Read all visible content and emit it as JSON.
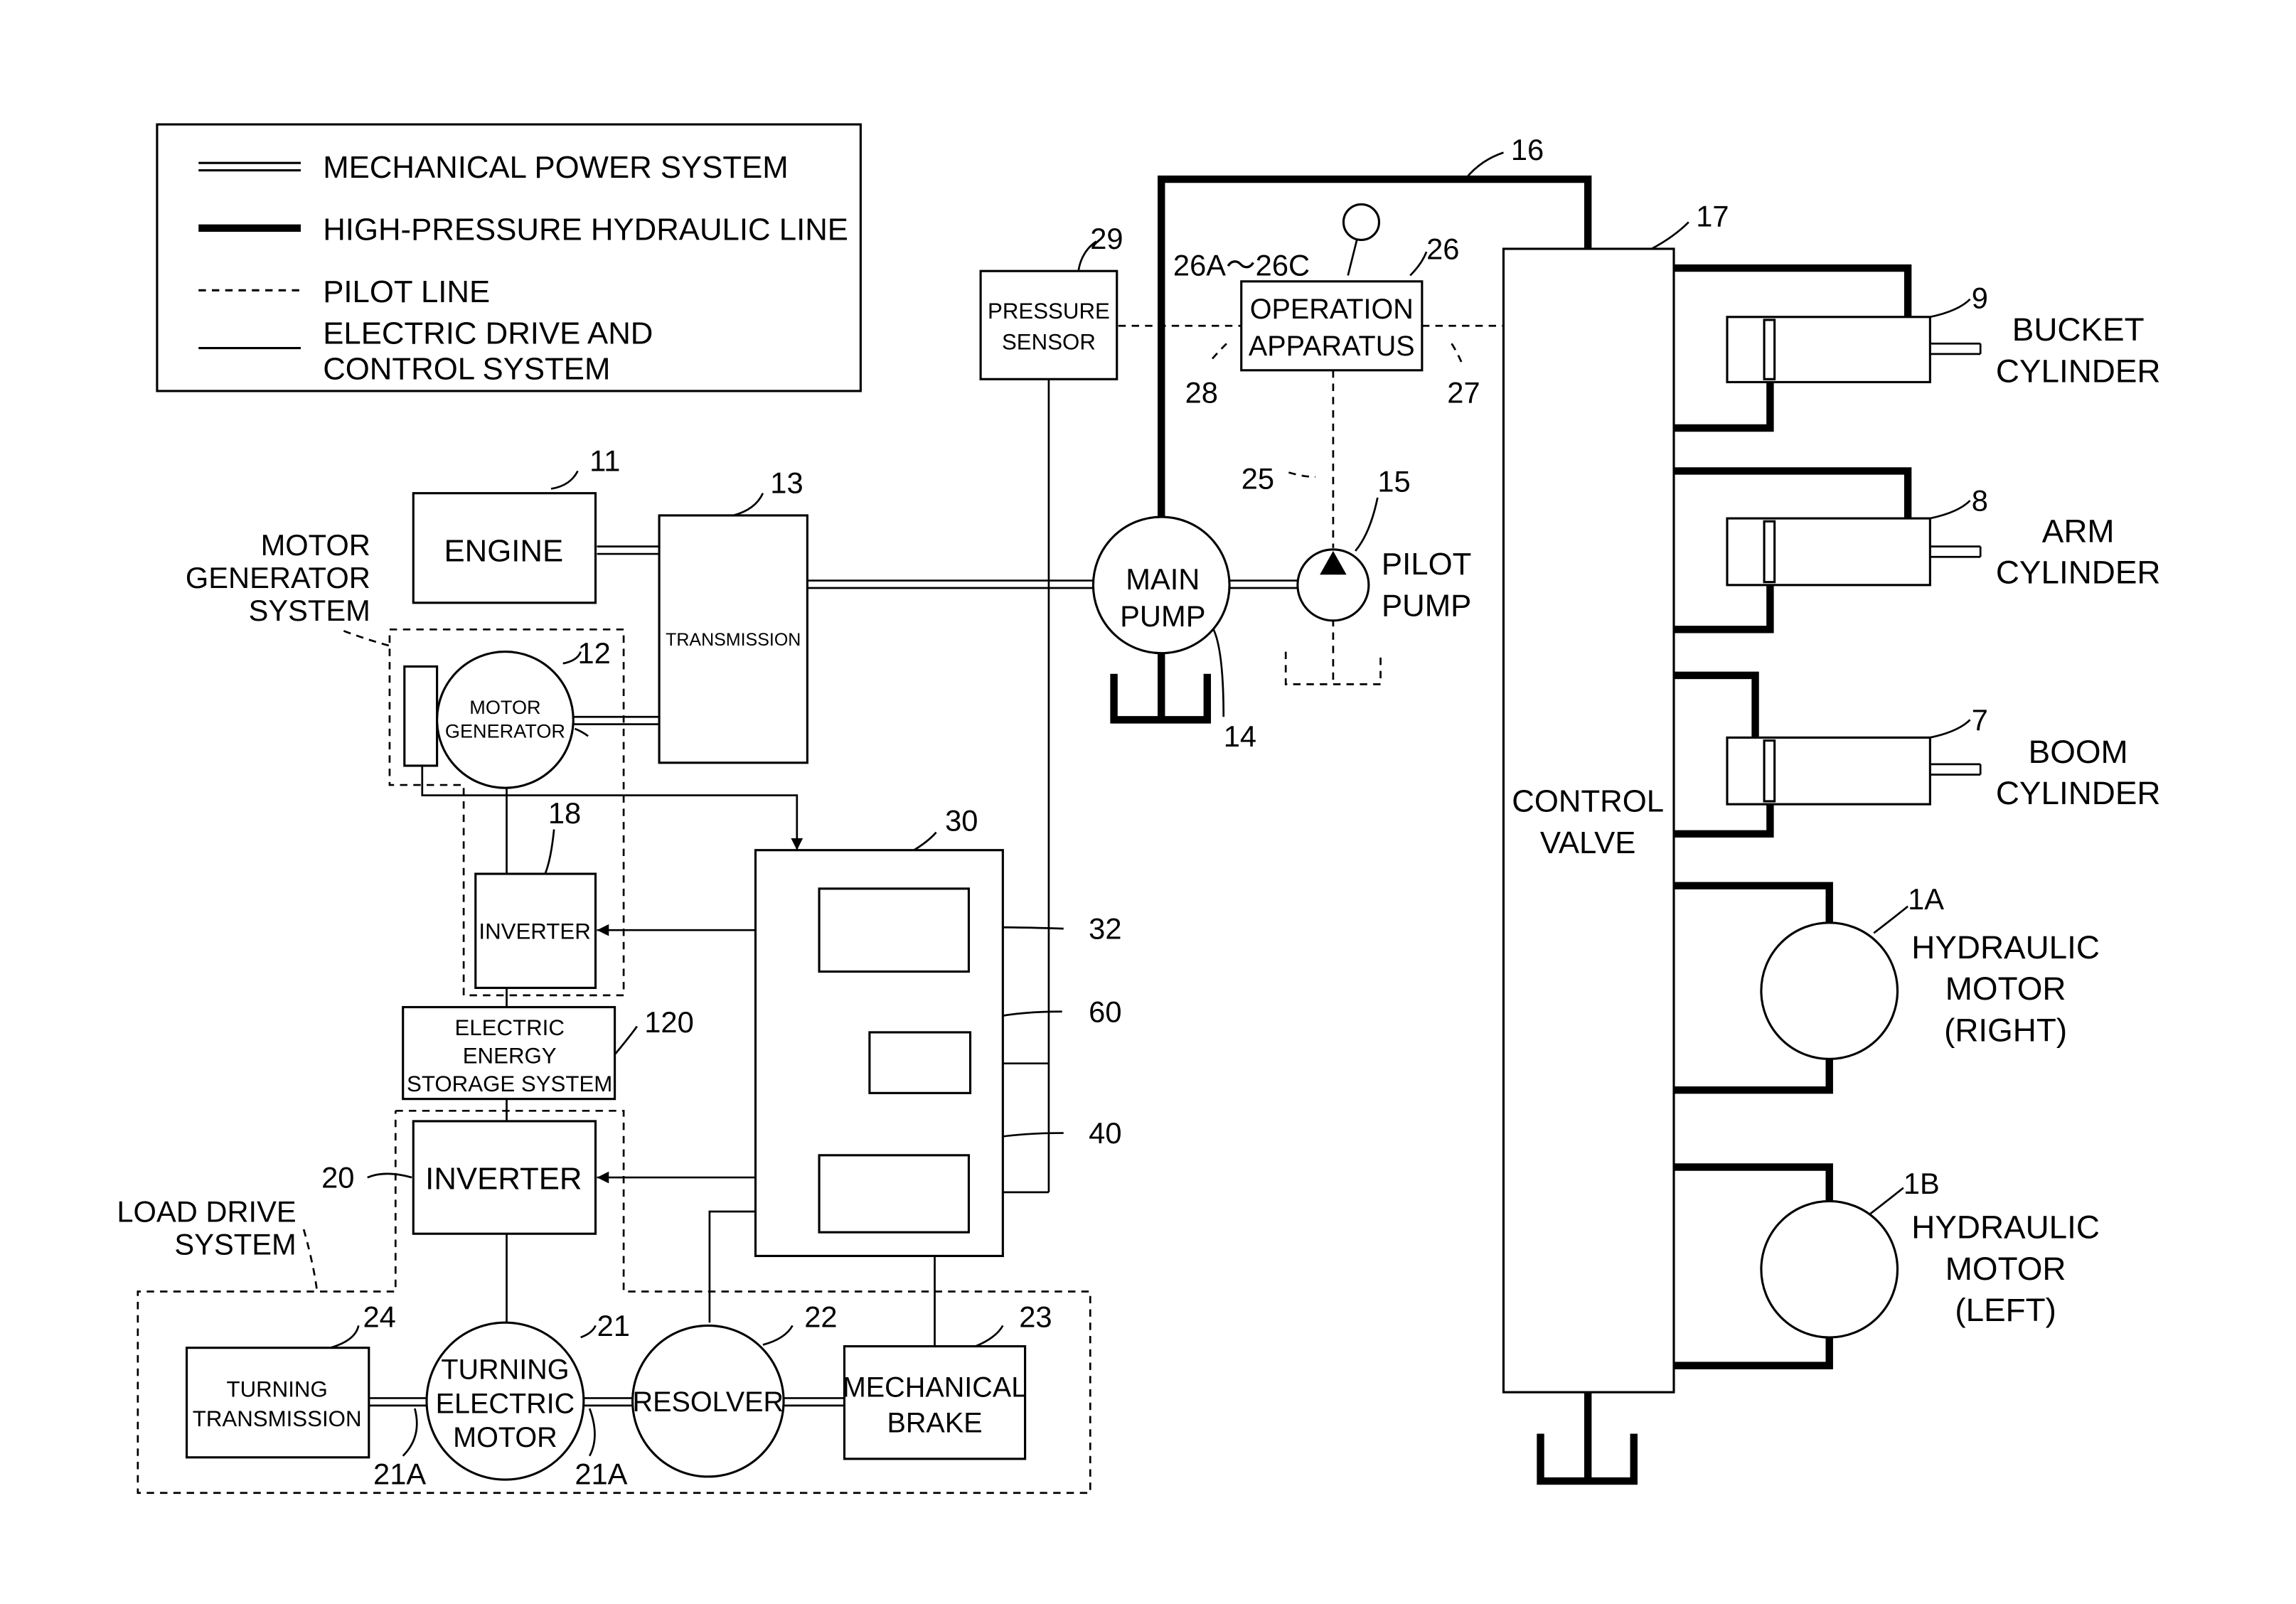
{
  "legend": {
    "mechanical": "MECHANICAL POWER SYSTEM",
    "hydraulic": "HIGH-PRESSURE HYDRAULIC LINE",
    "pilot": "PILOT LINE",
    "electric_1": "ELECTRIC DRIVE AND",
    "electric_2": "CONTROL SYSTEM"
  },
  "components": {
    "engine": "ENGINE",
    "transmission": "TRANSMISSION",
    "motor_generator_1": "MOTOR",
    "motor_generator_2": "GENERATOR",
    "motor_generator_system_1": "MOTOR",
    "motor_generator_system_2": "GENERATOR",
    "motor_generator_system_3": "SYSTEM",
    "inverter_top": "INVERTER",
    "storage_1": "ELECTRIC",
    "storage_2": "ENERGY",
    "storage_3": "STORAGE SYSTEM",
    "inverter_bottom": "INVERTER",
    "load_drive_1": "LOAD DRIVE",
    "load_drive_2": "SYSTEM",
    "turning_transmission_1": "TURNING",
    "turning_transmission_2": "TRANSMISSION",
    "turning_motor_1": "TURNING",
    "turning_motor_2": "ELECTRIC",
    "turning_motor_3": "MOTOR",
    "resolver": "RESOLVER",
    "brake_1": "MECHANICAL",
    "brake_2": "BRAKE",
    "pressure_sensor_1": "PRESSURE",
    "pressure_sensor_2": "SENSOR",
    "operation_1": "OPERATION",
    "operation_2": "APPARATUS",
    "main_pump_1": "MAIN",
    "main_pump_2": "PUMP",
    "pilot_pump_1": "PILOT",
    "pilot_pump_2": "PUMP",
    "control_valve_1": "CONTROL",
    "control_valve_2": "VALVE",
    "bucket_1": "BUCKET",
    "bucket_2": "CYLINDER",
    "arm_1": "ARM",
    "arm_2": "CYLINDER",
    "boom_1": "BOOM",
    "boom_2": "CYLINDER",
    "hm_right_1": "HYDRAULIC",
    "hm_right_2": "MOTOR",
    "hm_right_3": "(RIGHT)",
    "hm_left_1": "HYDRAULIC",
    "hm_left_2": "MOTOR",
    "hm_left_3": "(LEFT)"
  },
  "refs": {
    "r11": "11",
    "r12": "12",
    "r13": "13",
    "r14": "14",
    "r15": "15",
    "r16": "16",
    "r17": "17",
    "r18": "18",
    "r20": "20",
    "r21": "21",
    "r21a_1": "21A",
    "r21a_2": "21A",
    "r22": "22",
    "r23": "23",
    "r24": "24",
    "r25": "25",
    "r26": "26",
    "r26ac": "26A～26C",
    "r27": "27",
    "r28": "28",
    "r29": "29",
    "r30": "30",
    "r32": "32",
    "r40": "40",
    "r60": "60",
    "r120": "120",
    "r7": "7",
    "r8": "8",
    "r9": "9",
    "r1a": "1A",
    "r1b": "1B"
  }
}
